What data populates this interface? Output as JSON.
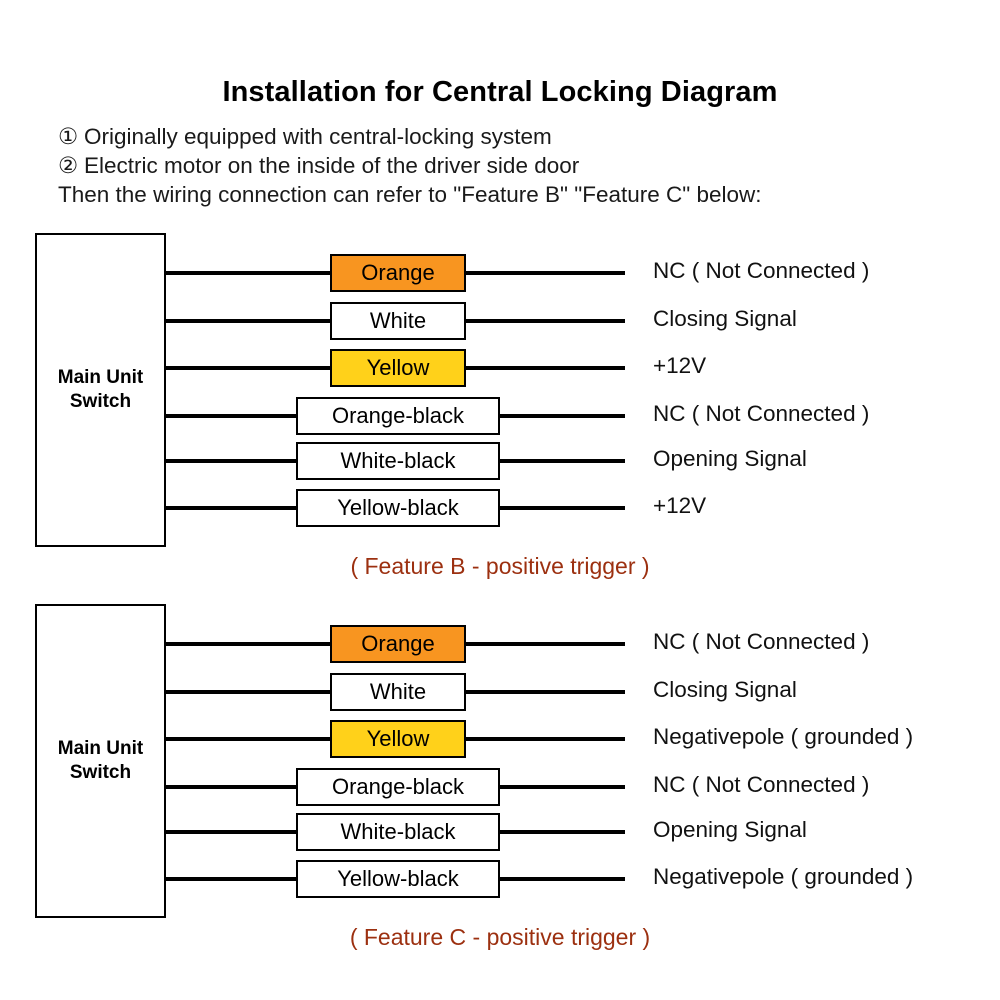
{
  "header": {
    "title": "Installation for Central Locking Diagram",
    "lines": [
      {
        "bullet": "①",
        "text": "Originally equipped with central-locking system"
      },
      {
        "bullet": "②",
        "text": "Electric motor on the inside of the driver side door"
      },
      {
        "bullet": "",
        "text": "Then the wiring connection can refer to \"Feature B\" \"Feature C\" below:"
      }
    ]
  },
  "colors": {
    "orange": "#F89520",
    "yellow": "#FFD11A",
    "white": "#FFFFFF",
    "wire": "#000000",
    "caption": "#9C3010"
  },
  "blocks": [
    {
      "id": "feature-b",
      "unit_label": "Main Unit\nSwitch",
      "caption": "( Feature B - positive trigger )",
      "rows": [
        {
          "chip": "Orange",
          "chip_style": "orange",
          "chip_width": "narrow",
          "signal": "NC ( Not Connected )"
        },
        {
          "chip": "White",
          "chip_style": "white",
          "chip_width": "narrow",
          "signal": "Closing Signal"
        },
        {
          "chip": "Yellow",
          "chip_style": "yellow",
          "chip_width": "narrow",
          "signal": "+12V"
        },
        {
          "chip": "Orange-black",
          "chip_style": "white",
          "chip_width": "wide",
          "signal": "NC ( Not Connected )"
        },
        {
          "chip": "White-black",
          "chip_style": "white",
          "chip_width": "wide",
          "signal": "Opening Signal"
        },
        {
          "chip": "Yellow-black",
          "chip_style": "white",
          "chip_width": "wide",
          "signal": "+12V"
        }
      ]
    },
    {
      "id": "feature-c",
      "unit_label": "Main Unit\nSwitch",
      "caption": "( Feature C - positive trigger )",
      "rows": [
        {
          "chip": "Orange",
          "chip_style": "orange",
          "chip_width": "narrow",
          "signal": "NC ( Not Connected )"
        },
        {
          "chip": "White",
          "chip_style": "white",
          "chip_width": "narrow",
          "signal": "Closing Signal"
        },
        {
          "chip": "Yellow",
          "chip_style": "yellow",
          "chip_width": "narrow",
          "signal": "Negativepole ( grounded )"
        },
        {
          "chip": "Orange-black",
          "chip_style": "white",
          "chip_width": "wide",
          "signal": "NC ( Not Connected )"
        },
        {
          "chip": "White-black",
          "chip_style": "white",
          "chip_width": "wide",
          "signal": "Opening Signal"
        },
        {
          "chip": "Yellow-black",
          "chip_style": "white",
          "chip_width": "wide",
          "signal": "Negativepole ( grounded )"
        }
      ]
    }
  ],
  "geometry": {
    "block_tops": [
      233,
      604
    ],
    "unit_height": 314,
    "row_offsets": [
      40,
      88,
      135,
      183,
      228,
      275
    ],
    "caption_tops": [
      553,
      924
    ]
  }
}
